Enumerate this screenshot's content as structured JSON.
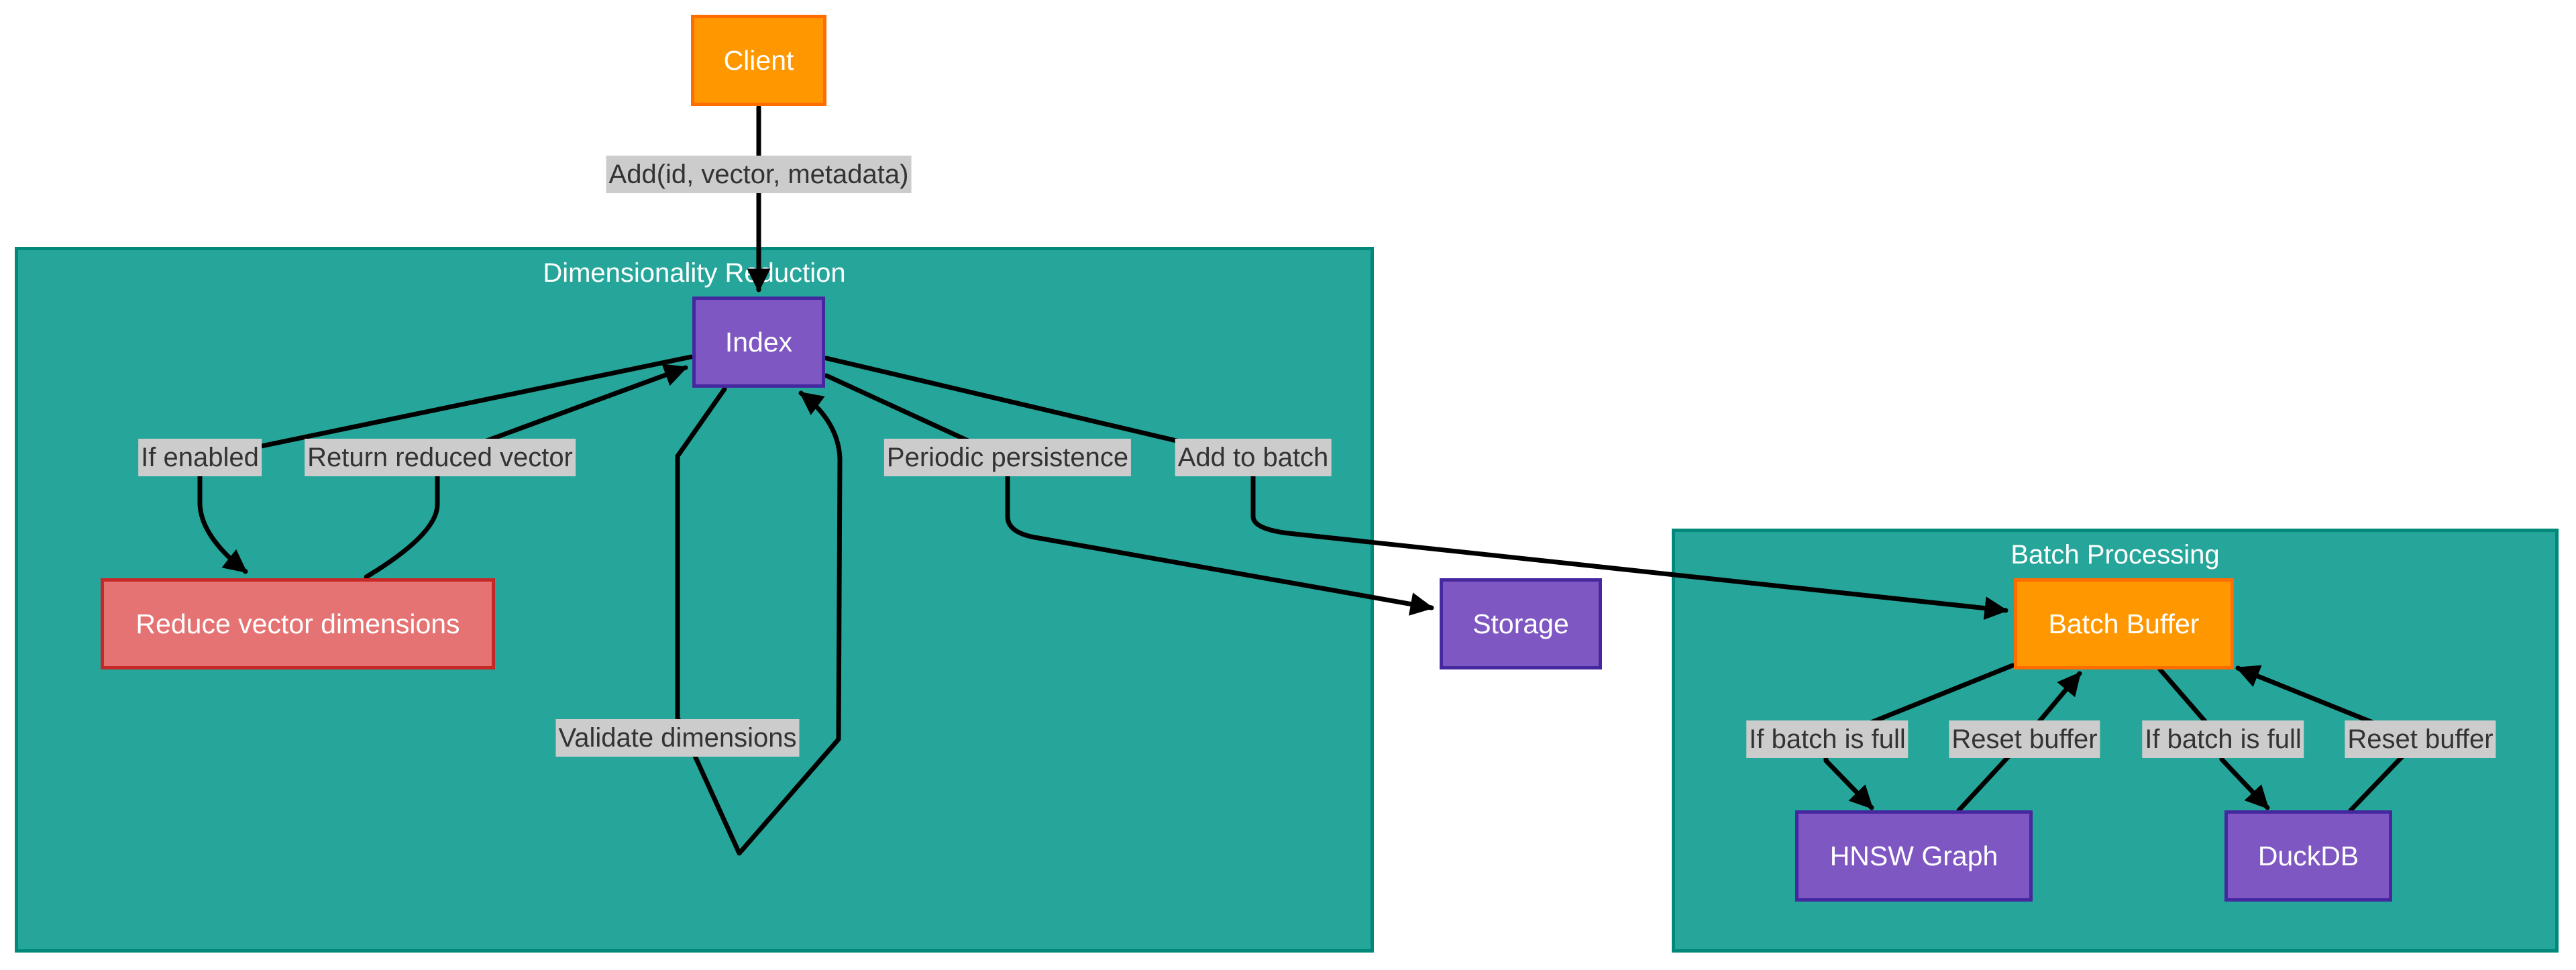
{
  "subgraphs": {
    "dim_reduction": {
      "title": "Dimensionality Reduction"
    },
    "batch_processing": {
      "title": "Batch Processing"
    }
  },
  "nodes": {
    "client": {
      "label": "Client"
    },
    "index": {
      "label": "Index"
    },
    "reduce": {
      "label": "Reduce vector dimensions"
    },
    "storage": {
      "label": "Storage"
    },
    "batch_buffer": {
      "label": "Batch Buffer"
    },
    "hnsw": {
      "label": "HNSW Graph"
    },
    "duckdb": {
      "label": "DuckDB"
    }
  },
  "edges": {
    "client_index": "Add(id, vector, metadata)",
    "index_reduce": "If enabled",
    "reduce_index": "Return reduced vector",
    "index_self": "Validate dimensions",
    "index_storage": "Periodic persistence",
    "index_batch": "Add to batch",
    "batch_hnsw": "If batch is full",
    "hnsw_batch": "Reset buffer",
    "batch_duckdb": "If batch is full",
    "duckdb_batch": "Reset buffer"
  },
  "colors": {
    "subgraph_fill": "#26a69a",
    "subgraph_border": "#00897b",
    "client_fill": "#ff9800",
    "process_fill": "#7e57c2",
    "reduce_fill": "#e57373",
    "label_bg": "#cccccc"
  }
}
